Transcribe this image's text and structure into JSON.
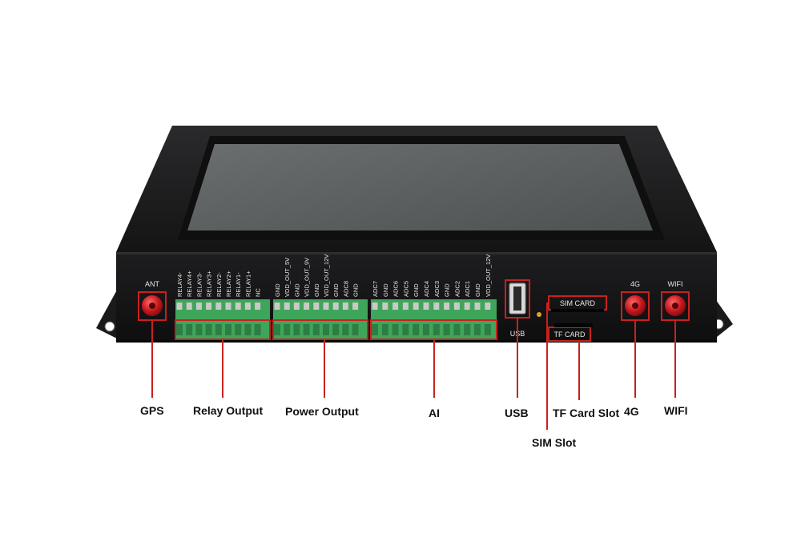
{
  "device": {
    "panel_labels": {
      "ant": "ANT",
      "usb": "USB",
      "sim_card": "SIM CARD",
      "tf_card": "TF CARD",
      "g4": "4G",
      "wifi": "WIFI"
    },
    "relay_pins": [
      "RELAY4-",
      "RELAY4+",
      "RELAY3-",
      "RELAY3+",
      "RELAY2-",
      "RELAY2+",
      "RELAY1-",
      "RELAY1+",
      "NC"
    ],
    "power_pins": [
      "GND",
      "VDD_OUT_5V",
      "GND",
      "VDD_OUT_9V",
      "GND",
      "VDD_OUT_12V",
      "GND",
      "ADC8",
      "GND"
    ],
    "ai_pins": [
      "ADC7",
      "GND",
      "ADC6",
      "ADC5",
      "GND",
      "ADC4",
      "ADC3",
      "GND",
      "ADC2",
      "ADC1",
      "GND",
      "VDD_OUT_12V"
    ]
  },
  "callouts": {
    "gps": "GPS",
    "relay_output": "Relay Output",
    "power_output": "Power Output",
    "ai": "AI",
    "usb": "USB",
    "tf_card_slot": "TF Card Slot",
    "sim_slot": "SIM Slot",
    "g4": "4G",
    "wifi": "WIFI"
  },
  "colors": {
    "callout_line": "#c8211e",
    "terminal_green": "#3fa55a",
    "enclosure": "#1c1c1e",
    "screen": "#5c5f60"
  }
}
